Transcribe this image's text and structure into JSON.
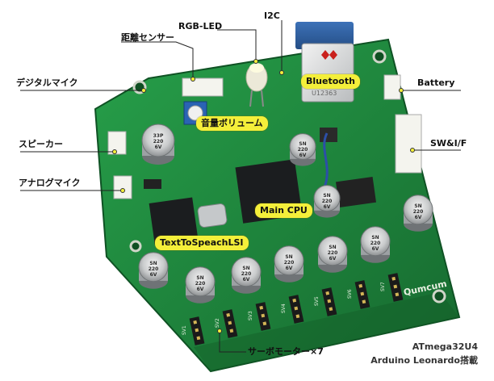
{
  "labels": {
    "rgb_led": "RGB-LED",
    "i2c": "I2C",
    "distance_sensor": "距離センサー",
    "digital_mic": "デジタルマイク",
    "battery": "Battery",
    "speaker": "スピーカー",
    "sw_if": "SW&I/F",
    "analog_mic": "アナログマイク",
    "servo_motor": "サーボモーター×7"
  },
  "tags": {
    "bluetooth": "Bluetooth",
    "volume": "音量ボリューム",
    "main_cpu": "Main CPU",
    "tts_lsi": "TextToSpeachLSI"
  },
  "board_text": {
    "brand": "Qumcum",
    "bt_module_code": "U12363",
    "cap_big": [
      "33P",
      "220",
      "6V"
    ],
    "cap_small": [
      "SN",
      "220",
      "6V"
    ],
    "servo_ports": [
      "SV1",
      "SV2",
      "SV3",
      "SV4",
      "SV5",
      "SV6",
      "SV7"
    ]
  },
  "footer": {
    "line1": "ATmega32U4",
    "line2": "Arduino Leonardo搭載"
  },
  "colors": {
    "pcb": "#1f8a3c",
    "pcb_dark": "#13652a",
    "tag_bg": "#f4ef3a",
    "bluetooth_antenna": "#2f5f9e"
  }
}
